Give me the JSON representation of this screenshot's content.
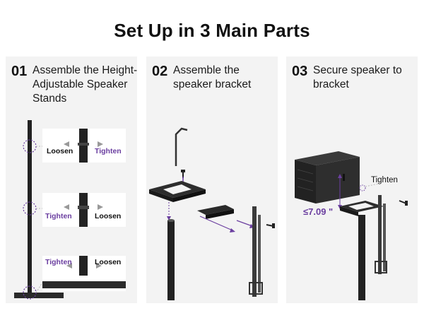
{
  "title": "Set Up in 3 Main Parts",
  "steps": [
    {
      "number": "01",
      "text": "Assemble the Height-Adjustable Speaker Stands"
    },
    {
      "number": "02",
      "text": "Assemble the speaker bracket"
    },
    {
      "number": "03",
      "text": "Secure speaker to bracket"
    }
  ],
  "insets": [
    {
      "left_label": "Loosen",
      "right_label": "Tighten"
    },
    {
      "left_label": "Tighten",
      "right_label": "Loosen"
    },
    {
      "left_label": "Tighten",
      "right_label": "Loosen"
    }
  ],
  "panel3": {
    "tighten_label": "Tighten",
    "dimension_label": "≤7.09 \""
  },
  "colors": {
    "accent_purple": "#6b3fa0",
    "panel_bg": "#f3f3f3",
    "hardware": "#222222"
  }
}
